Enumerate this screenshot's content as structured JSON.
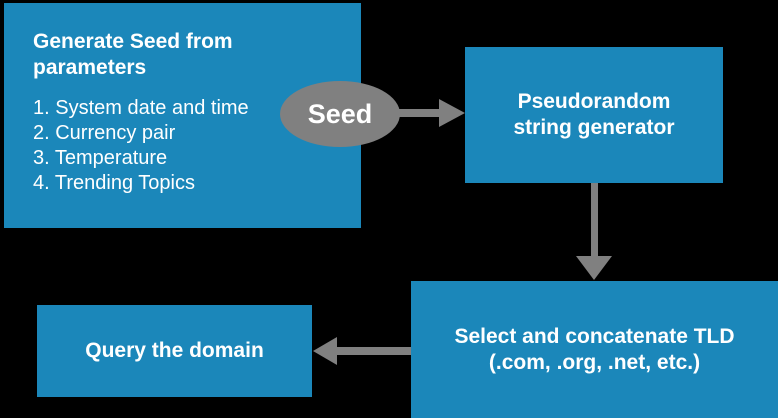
{
  "colors": {
    "background": "#000000",
    "box_blue": "#1b87ba",
    "arrow_gray": "#808080",
    "text_white": "#ffffff"
  },
  "seed_generation_box": {
    "title": "Generate Seed from parameters",
    "items": [
      "1. System date and time",
      "2. Currency pair",
      "3. Temperature",
      "4. Trending Topics"
    ]
  },
  "seed_ellipse": {
    "label": "Seed"
  },
  "generator_box": {
    "line1": "Pseudorandom",
    "line2": "string generator"
  },
  "tld_box": {
    "line1": "Select and concatenate TLD",
    "line2": "(.com, .org, .net, etc.)"
  },
  "query_box": {
    "label": "Query the domain"
  }
}
